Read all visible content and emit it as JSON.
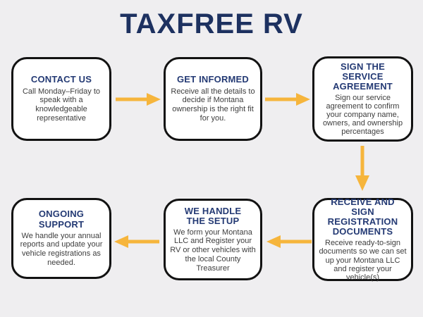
{
  "title": "TAXFREE RV",
  "colors": {
    "background": "#efeef0",
    "box_fill": "#ffffff",
    "box_border": "#121212",
    "title": "#1d3160",
    "heading": "#243a74",
    "body": "#3d3d3d",
    "arrow": "#f6b53c"
  },
  "steps": [
    {
      "id": "contact-us",
      "heading": "CONTACT US",
      "body": "Call Monday–Friday to speak with a knowledgeable representative"
    },
    {
      "id": "get-informed",
      "heading": "GET INFORMED",
      "body": "Receive all the details to decide if Montana ownership is the right fit for you."
    },
    {
      "id": "sign-the-service-agreement",
      "heading": "SIGN THE SERVICE AGREEMENT",
      "body": "Sign our service agreement to confirm your company name, owners, and ownership percentages"
    },
    {
      "id": "receive-and-sign-registration-documents",
      "heading": "RECEIVE AND SIGN REGISTRATION DOCUMENTS",
      "body": "Receive ready-to-sign documents so we can set up your Montana LLC and register your vehicle(s)"
    },
    {
      "id": "we-handle-the-setup",
      "heading": "WE HANDLE THE SETUP",
      "body": "We form your Montana LLC and Register your RV or other vehicles with the local County Treasurer"
    },
    {
      "id": "ongoing-support",
      "heading": "ONGOING SUPPORT",
      "body": "We handle your annual reports and update your vehicle registrations as needed."
    }
  ],
  "arrows": [
    {
      "from": "contact-us",
      "to": "get-informed",
      "direction": "right"
    },
    {
      "from": "get-informed",
      "to": "sign-the-service-agreement",
      "direction": "right"
    },
    {
      "from": "sign-the-service-agreement",
      "to": "receive-and-sign-registration-documents",
      "direction": "down"
    },
    {
      "from": "receive-and-sign-registration-documents",
      "to": "we-handle-the-setup",
      "direction": "left"
    },
    {
      "from": "we-handle-the-setup",
      "to": "ongoing-support",
      "direction": "left"
    }
  ]
}
